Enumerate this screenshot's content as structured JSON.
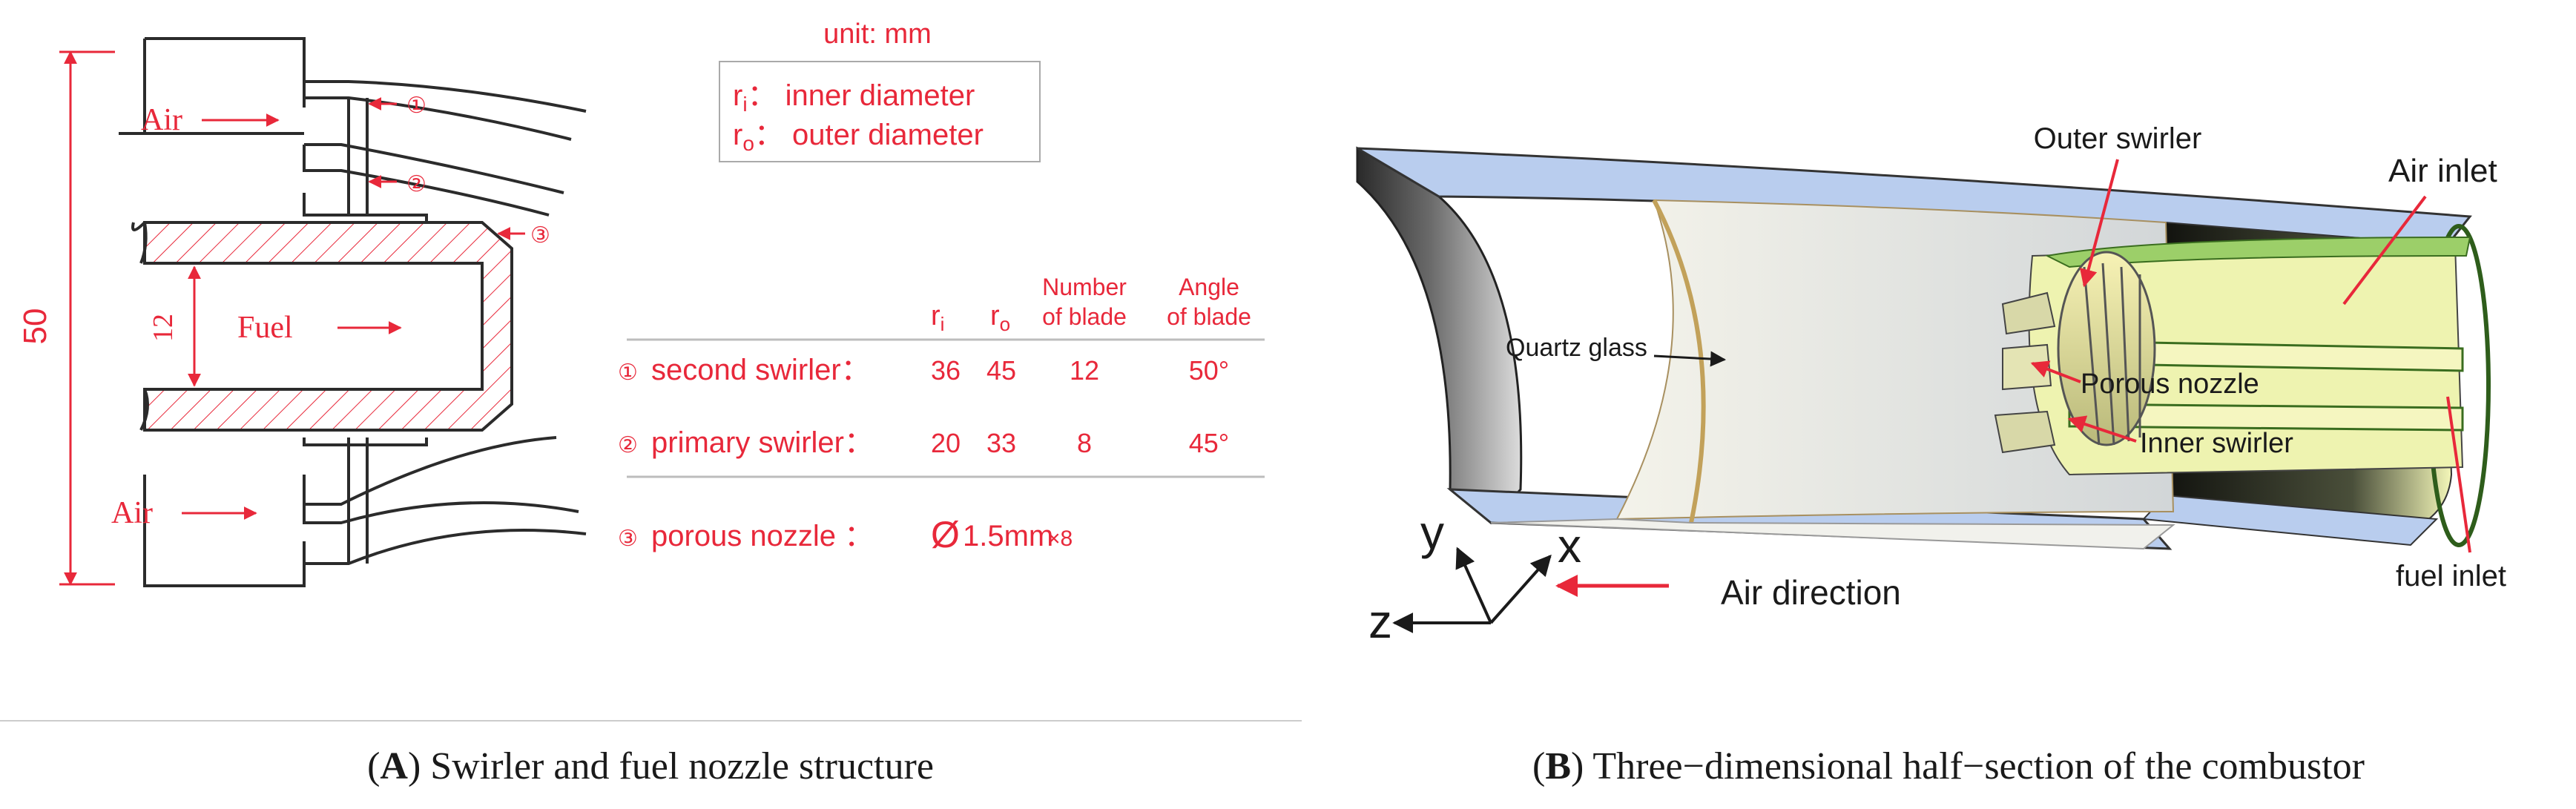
{
  "colors": {
    "accent_red": "#e8283a",
    "line": "#2b2b2b",
    "tube_blue": "#b9cdee",
    "fuel_green": "#9ccf69",
    "hatch": "#e8283a"
  },
  "panel_a": {
    "unit_label": "unit: mm",
    "legend": {
      "ri_sym": "r",
      "ri_sub": "i",
      "ri_text": "： inner diameter",
      "ro_sym": "r",
      "ro_sub": "o",
      "ro_text": "： outer diameter"
    },
    "dim_50": "50",
    "dim_12": "12",
    "air_top": "Air",
    "air_bottom": "Air",
    "fuel": "Fuel",
    "marker_1": "①",
    "marker_2": "②",
    "marker_3": "③",
    "table": {
      "headers": {
        "ri_sym": "r",
        "ri_sub": "i",
        "ro_sym": "r",
        "ro_sub": "o",
        "blades_1": "Number",
        "blades_2": "of blade",
        "angle_1": "Angle",
        "angle_2": "of blade"
      },
      "rows": [
        {
          "marker": "①",
          "name": "second swirler：",
          "ri": "36",
          "ro": "45",
          "blades": "12",
          "angle": "50°"
        },
        {
          "marker": "②",
          "name": "primary swirler：",
          "ri": "20",
          "ro": "33",
          "blades": "8",
          "angle": "45°"
        }
      ],
      "nozzle": {
        "marker": "③",
        "name": "porous nozzle ：",
        "phi": "Ø",
        "spec": "1.5mm",
        "times": "×8"
      }
    },
    "caption_letter": "A",
    "caption_text": ") Swirler and fuel nozzle structure"
  },
  "panel_b": {
    "outer_swirler": "Outer swirler",
    "air_inlet": "Air inlet",
    "quartz_glass": "Quartz glass",
    "porous_nozzle": "Porous nozzle",
    "inner_swirler": "Inner swirler",
    "fuel_inlet": "fuel inlet",
    "air_direction": "Air direction",
    "axis_x": "x",
    "axis_y": "y",
    "axis_z": "z",
    "caption_letter": "B",
    "caption_text": ") Three−dimensional half−section of the combustor"
  }
}
